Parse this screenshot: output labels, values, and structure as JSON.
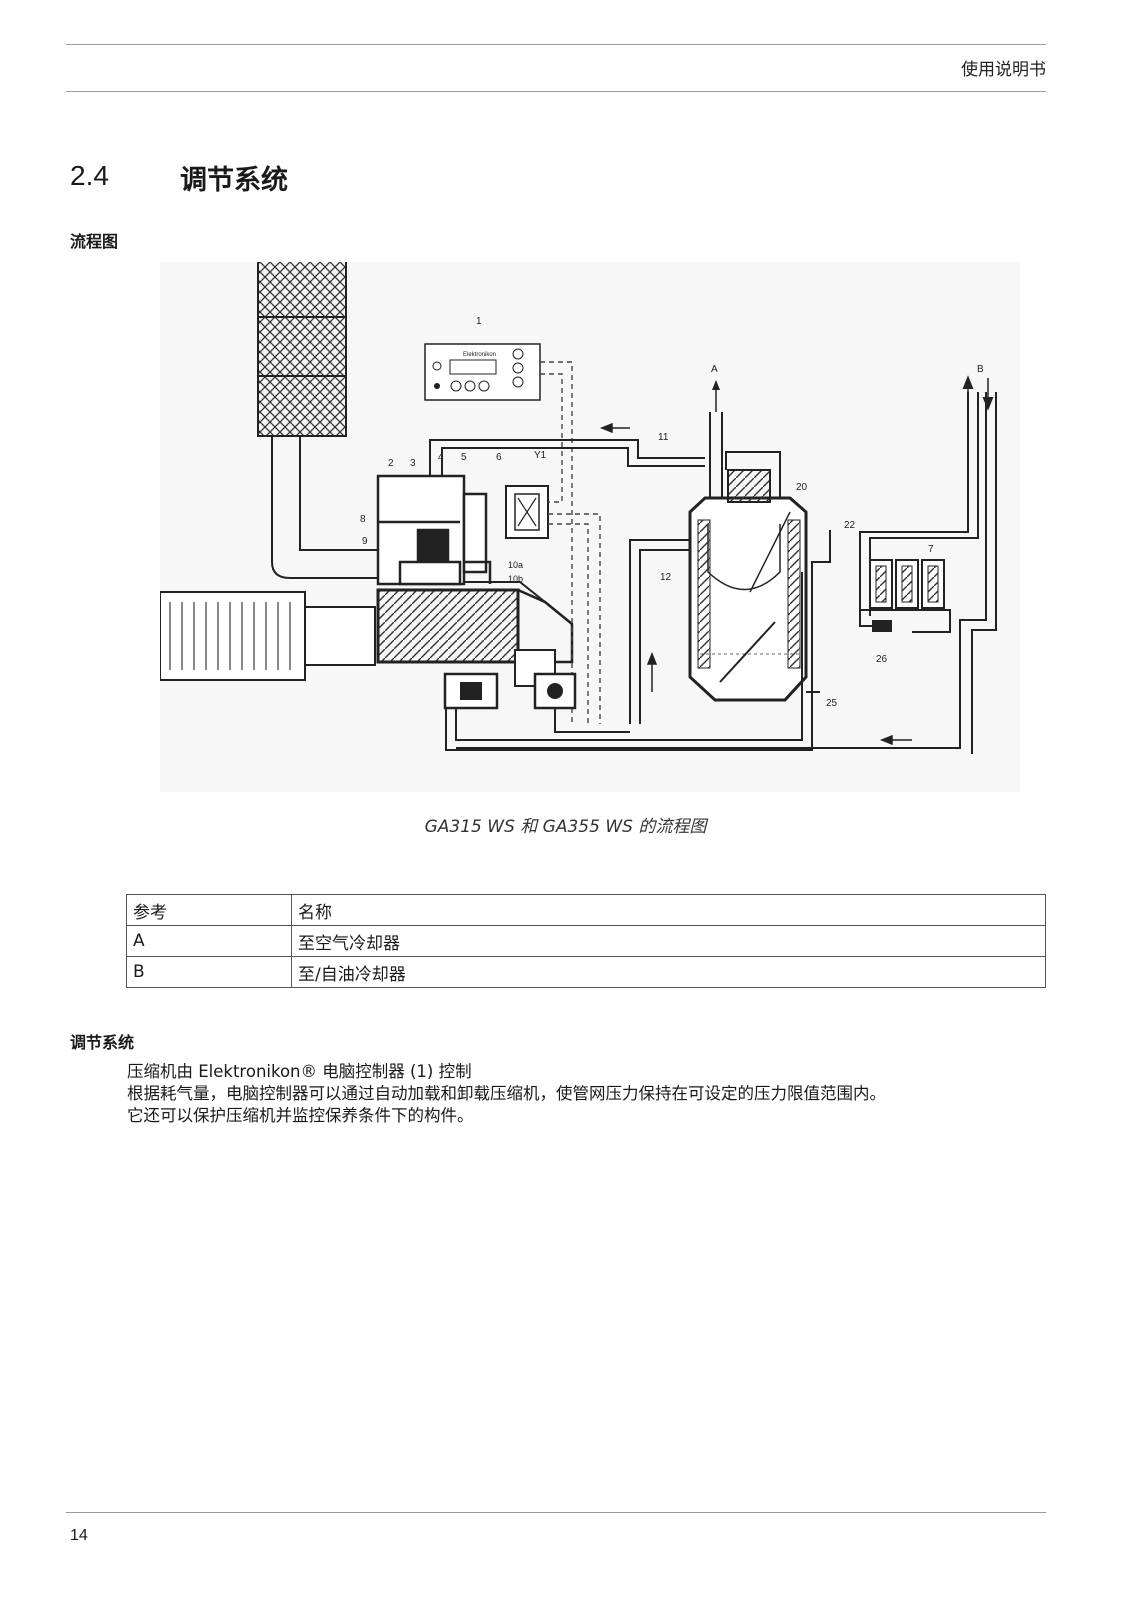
{
  "header": {
    "doc_title": "使用说明书"
  },
  "section": {
    "number": "2.4",
    "title": "调节系统"
  },
  "flow_heading": "流程图",
  "figure": {
    "caption": "GA315 WS 和  GA355 WS 的流程图",
    "controller_brand": "Elektronikon",
    "labels": {
      "n1": "1",
      "n2": "2",
      "n3": "3",
      "n4": "4",
      "n5": "5",
      "n6": "6",
      "y1": "Y1",
      "n7": "7",
      "n8": "8",
      "n9": "9",
      "n10a": "10a",
      "n10b": "10b",
      "n11": "11",
      "n12": "12",
      "n20": "20",
      "n22": "22",
      "n25": "25",
      "n26": "26",
      "a": "A",
      "b": "B"
    }
  },
  "table": {
    "headers": [
      "参考",
      "名称"
    ],
    "rows": [
      [
        "A",
        "至空气冷却器"
      ],
      [
        "B",
        "至/自油冷却器"
      ]
    ]
  },
  "reg_heading": "调节系统",
  "body": {
    "line1": "压缩机由 Elektronikon® 电脑控制器 (1) 控制",
    "line2": "根据耗气量，电脑控制器可以通过自动加载和卸载压缩机，使管网压力保持在可设定的压力限值范围内。",
    "line3": "它还可以保护压缩机并监控保养条件下的构件。"
  },
  "footer": {
    "page_number": "14"
  }
}
